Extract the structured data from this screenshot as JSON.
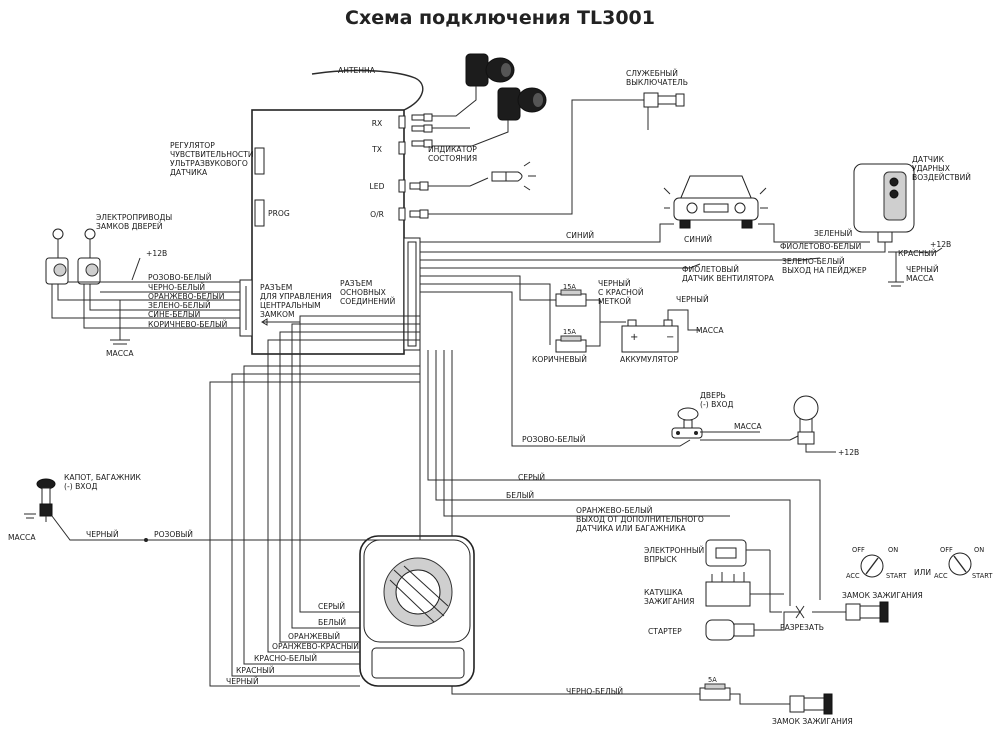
{
  "title": "Схема подключения TL3001",
  "unit": {
    "ports": [
      "RX",
      "TX",
      "LED",
      "O/R"
    ],
    "prog": "PROG",
    "regulator": [
      "РЕГУЛЯТОР",
      "ЧУВСТВИТЕЛЬНОСТИ",
      "УЛЬТРАЗВУКОВОГО",
      "ДАТЧИКА"
    ],
    "lock_connector": [
      "РАЗЪЕМ",
      "ДЛЯ УПРАВЛЕНИЯ",
      "ЦЕНТРАЛЬНЫМ",
      "ЗАМКОМ"
    ],
    "main_connector": [
      "РАЗЪЕМ",
      "ОСНОВНЫХ",
      "СОЕДИНЕНИЙ"
    ]
  },
  "labels": {
    "antenna": "АНТЕННА",
    "indicator": [
      "ИНДИКАТОР",
      "СОСТОЯНИЯ"
    ],
    "service_switch": [
      "СЛУЖЕБНЫЙ",
      "ВЫКЛЮЧАТЕЛЬ"
    ],
    "shock_sensor": [
      "ДАТЧИК",
      "УДАРНЫХ",
      "ВОЗДЕЙСТВИЙ"
    ],
    "door_actuators": [
      "ЭЛЕКТРОПРИВОДЫ",
      "ЗАМКОВ ДВЕРЕЙ"
    ],
    "plus12": "+12В",
    "massa": "МАССА",
    "green": "ЗЕЛЕНЫЙ",
    "violet_white": "ФИОЛЕТОВО-БЕЛЫЙ",
    "red": "КРАСНЫЙ",
    "black": "ЧЕРНЫЙ",
    "pager": [
      "ЗЕЛЕНО-БЕЛЫЙ",
      "ВЫХОД НА ПЕЙДЖЕР"
    ],
    "fan": [
      "ФИОЛЕТОВЫЙ",
      "ДАТЧИК ВЕНТИЛЯТОРА"
    ],
    "blue": "СИНИЙ",
    "black_red_mark": [
      "ЧЕРНЫЙ",
      "С КРАСНОЙ",
      "МЕТКОЙ"
    ],
    "fuse15": "15А",
    "fuse5": "5А",
    "brown": "КОРИЧНЕВЫЙ",
    "battery": "АККУМУЛЯТОР",
    "door_input": [
      "ДВЕРЬ",
      "(-) ВХОД"
    ],
    "pink_white": "РОЗОВО-БЕЛЫЙ",
    "gray_w": "СЕРЫЙ",
    "white_w": "БЕЛЫЙ",
    "orange_white_out": [
      "ОРАНЖЕВО-БЕЛЫЙ",
      "ВЫХОД ОТ ДОПОЛНИТЕЛЬНОГО",
      "ДАТЧИКА ИЛИ БАГАЖНИКА"
    ],
    "hood": [
      "КАПОТ, БАГАЖНИК",
      "(-) ВХОД"
    ],
    "pink": "РОЗОВЫЙ",
    "injection": [
      "ЭЛЕКТРОННЫЙ",
      "ВПРЫСК"
    ],
    "coil": [
      "КАТУШКА",
      "ЗАЖИГАНИЯ"
    ],
    "starter": "СТАРТЕР",
    "cut": "РАЗРЕЗАТЬ",
    "ignition_lock": "ЗАМОК ЗАЖИГАНИЯ",
    "black_white": "ЧЕРНО-БЕЛЫЙ",
    "or_word": "ИЛИ",
    "key_positions": {
      "off": "OFF",
      "on": "ON",
      "acc": "ACC",
      "start": "START"
    }
  },
  "lock_wires": [
    "РОЗОВО-БЕЛЫЙ",
    "ЧЕРНО-БЕЛЫЙ",
    "ОРАНЖЕВО-БЕЛЫЙ",
    "ЗЕЛЕНО-БЕЛЫЙ",
    "СИНЕ-БЕЛЫЙ",
    "КОРИЧНЕВО-БЕЛЫЙ"
  ],
  "siren_wires": [
    "СЕРЫЙ",
    "БЕЛЫЙ",
    "ОРАНЖЕВЫЙ",
    "ОРАНЖЕВО-КРАСНЫЙ",
    "КРАСНО-БЕЛЫЙ",
    "КРАСНЫЙ",
    "ЧЕРНЫЙ"
  ]
}
